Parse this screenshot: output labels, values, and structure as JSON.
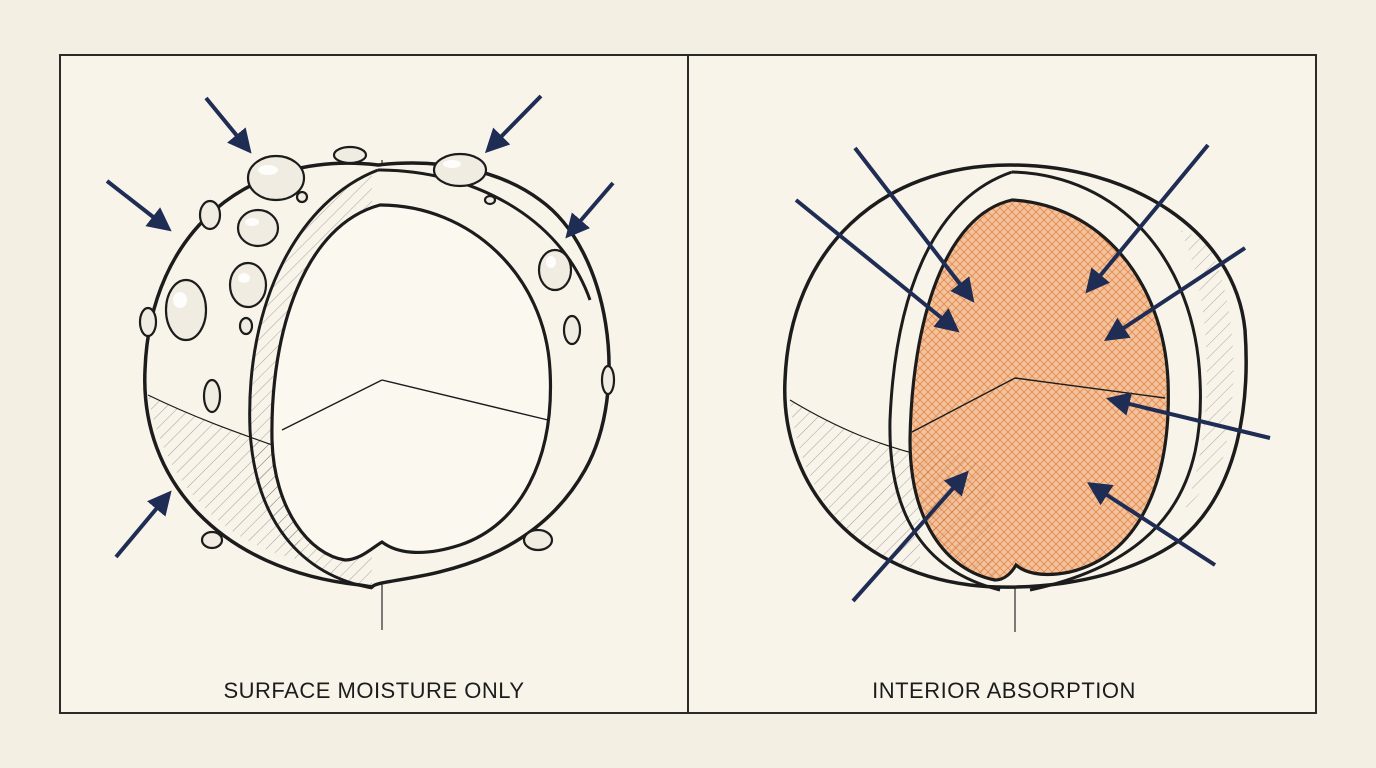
{
  "panels": [
    {
      "id": "left",
      "caption": "SURFACE MOISTURE ONLY"
    },
    {
      "id": "right",
      "caption": "INTERIOR ABSORPTION"
    }
  ],
  "colors": {
    "background": "#f4efe3",
    "paper": "#f8f4ea",
    "ink": "#1c1c1c",
    "arrow": "#1f2d55",
    "absorption_fill": "#f2c39c",
    "absorption_hatch": "#e07a3c"
  },
  "icons": [
    "water-droplet-icon",
    "arrow-icon"
  ]
}
